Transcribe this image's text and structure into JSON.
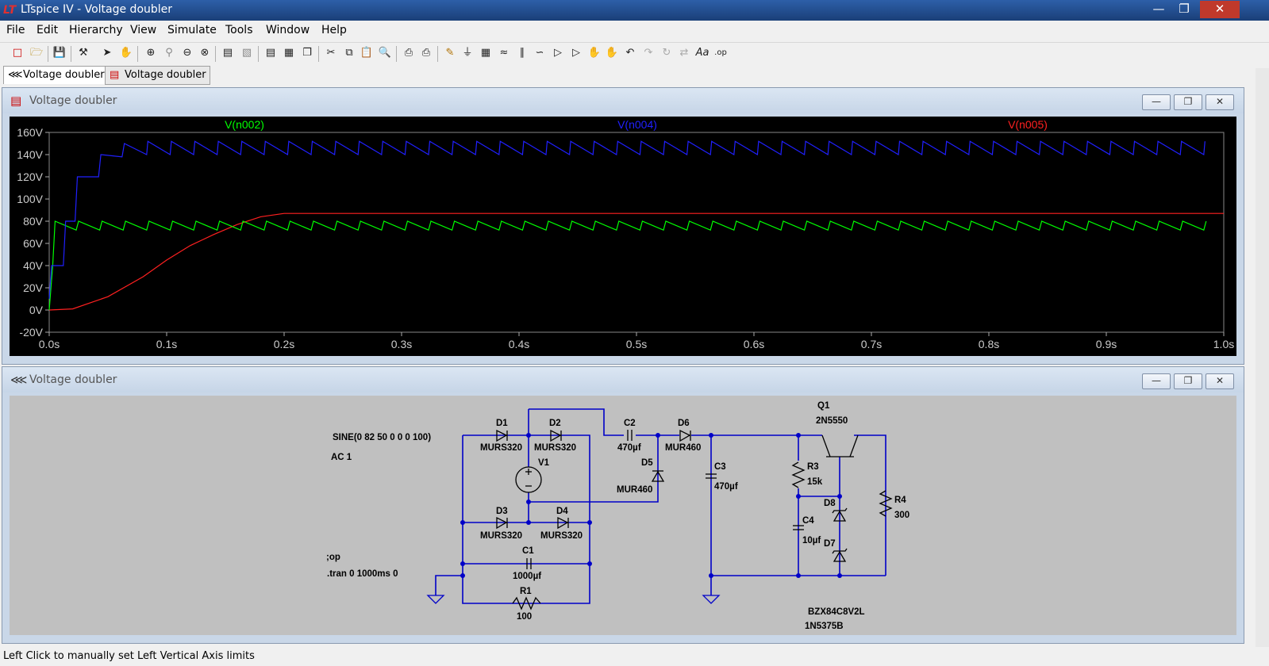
{
  "window": {
    "title": "LTspice IV - Voltage doubler",
    "app_icon": "ltspice-logo-icon"
  },
  "menu": [
    "File",
    "Edit",
    "Hierarchy",
    "View",
    "Simulate",
    "Tools",
    "Window",
    "Help"
  ],
  "tabs": [
    {
      "label": "Voltage doubler",
      "icon": "schematic-icon",
      "active": true
    },
    {
      "label": "Voltage doubler",
      "icon": "waveform-icon",
      "active": false
    }
  ],
  "plot_window": {
    "title": "Voltage doubler"
  },
  "schematic_window": {
    "title": "Voltage doubler"
  },
  "chart_data": {
    "type": "line",
    "title": "",
    "xlabel": "",
    "ylabel": "",
    "xlim": [
      0,
      1.0
    ],
    "ylim": [
      -20,
      160
    ],
    "x_ticks": [
      "0.0s",
      "0.1s",
      "0.2s",
      "0.3s",
      "0.4s",
      "0.5s",
      "0.6s",
      "0.7s",
      "0.8s",
      "0.9s",
      "1.0s"
    ],
    "y_ticks": [
      "160V",
      "140V",
      "120V",
      "100V",
      "80V",
      "60V",
      "40V",
      "20V",
      "0V",
      "-20V"
    ],
    "legend_placement": "top",
    "series": [
      {
        "name": "V(n002)",
        "color": "#00ff00",
        "description_values": {
          "steady_min": 72,
          "steady_max": 80,
          "ripple_period_s": 0.02
        }
      },
      {
        "name": "V(n004)",
        "color": "#2020ff",
        "description_values": {
          "steady_min": 140,
          "steady_max": 152,
          "ripple_period_s": 0.02
        }
      },
      {
        "name": "V(n005)",
        "color": "#ff2020",
        "description_values": {
          "start": 0,
          "settle_time_s": 0.2,
          "final": 87
        }
      }
    ],
    "series_points": {
      "V(n002)": [
        [
          0,
          0
        ],
        [
          0.003,
          40
        ],
        [
          0.005,
          80
        ],
        [
          0.01,
          72
        ],
        [
          0.015,
          80
        ],
        [
          0.02,
          72
        ],
        [
          0.025,
          80
        ]
      ],
      "V(n004)": [
        [
          0,
          10
        ],
        [
          0.003,
          40
        ],
        [
          0.012,
          40
        ],
        [
          0.015,
          80
        ],
        [
          0.025,
          80
        ],
        [
          0.023,
          120
        ],
        [
          0.04,
          120
        ],
        [
          0.042,
          140
        ],
        [
          0.06,
          138
        ],
        [
          0.062,
          148
        ],
        [
          0.08,
          142
        ]
      ],
      "V(n005)": [
        [
          0,
          0
        ],
        [
          0.02,
          1
        ],
        [
          0.05,
          12
        ],
        [
          0.08,
          30
        ],
        [
          0.1,
          45
        ],
        [
          0.12,
          58
        ],
        [
          0.14,
          68
        ],
        [
          0.16,
          77
        ],
        [
          0.18,
          84
        ],
        [
          0.2,
          87
        ],
        [
          1.0,
          87
        ]
      ]
    }
  },
  "schematic": {
    "labels": {
      "source_spec": "SINE(0 82 50 0 0 0 100)",
      "ac": "AC 1",
      "op": ";op",
      "tran": ".tran 0 1000ms 0",
      "D1": "D1",
      "D2": "D2",
      "D3": "D3",
      "D4": "D4",
      "D5": "D5",
      "D6": "D6",
      "D7": "D7",
      "D8": "D8",
      "MURS320": "MURS320",
      "MUR460": "MUR460",
      "V1": "V1",
      "C1": "C1",
      "C1v": "1000µf",
      "C2": "C2",
      "C2v": "470µf",
      "C3": "C3",
      "C3v": "470µf",
      "C4": "C4",
      "C4v": "10µf",
      "R1": "R1",
      "R1v": "100",
      "R3": "R3",
      "R3v": "15k",
      "R4": "R4",
      "R4v": "300",
      "Q1": "Q1",
      "Q1v": "2N5550",
      "zener1": "BZX84C8V2L",
      "zener2": "1N5375B"
    }
  },
  "status": "Left Click to manually set Left Vertical Axis limits"
}
